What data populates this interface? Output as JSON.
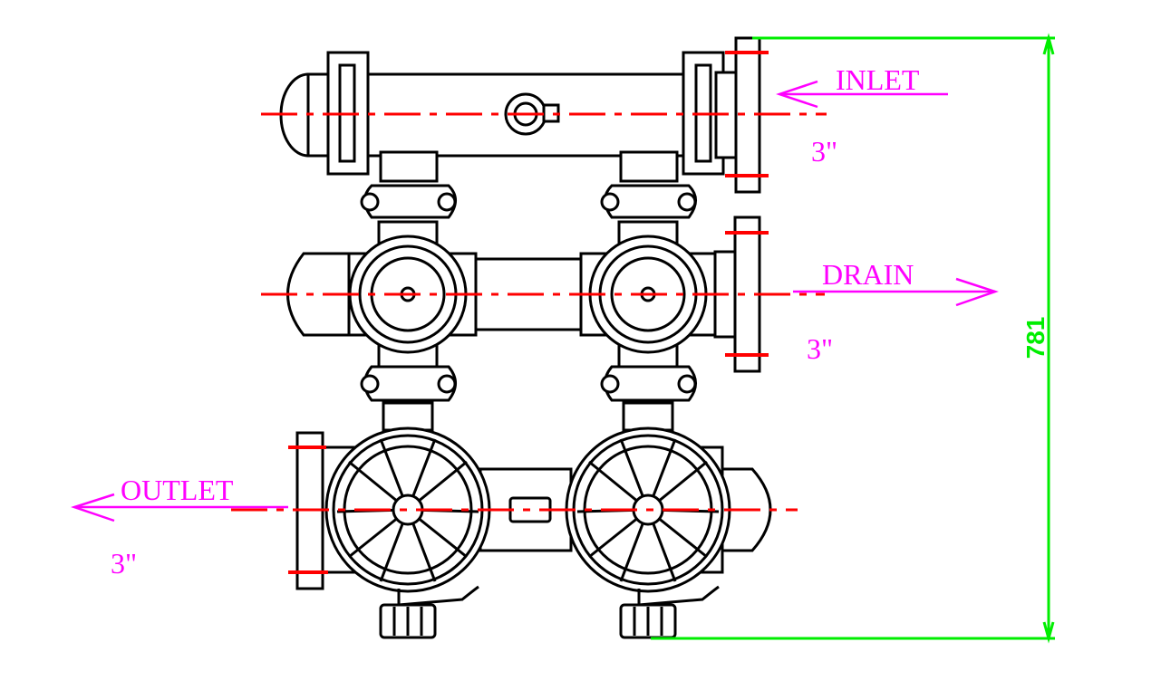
{
  "labels": {
    "inlet": "INLET",
    "inlet_size": "3\"",
    "drain": "DRAIN",
    "drain_size": "3\"",
    "outlet": "OUTLET",
    "outlet_size": "3\""
  },
  "dimension": {
    "height": "781"
  },
  "colors": {
    "outline": "#000000",
    "centerline": "#ff0000",
    "label": "#ff00ff",
    "dimension": "#00ee00"
  }
}
